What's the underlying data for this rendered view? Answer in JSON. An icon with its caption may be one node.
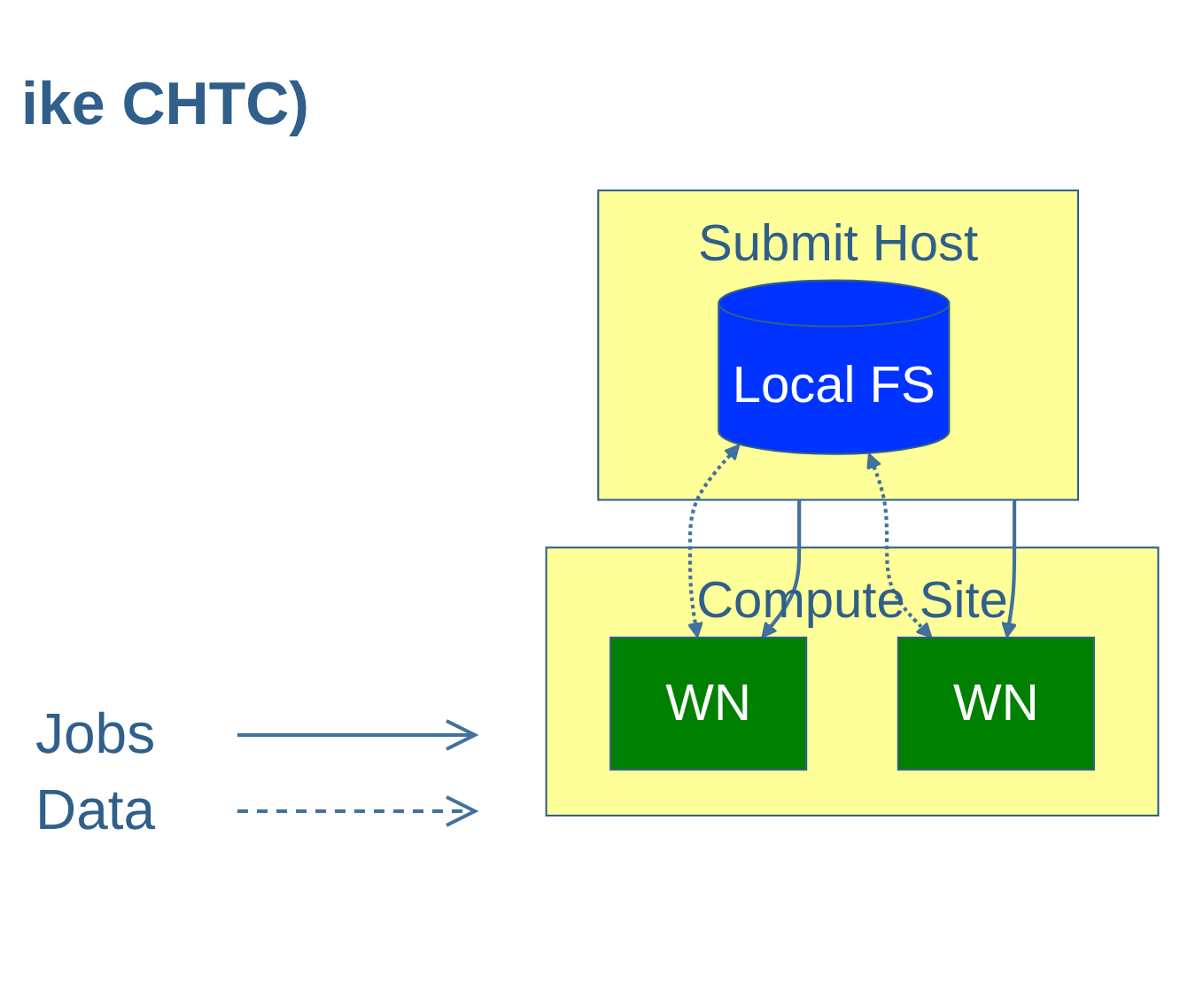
{
  "diagram": {
    "title": "ike CHTC)",
    "nodes": [
      {
        "text": [
          "Submit Host"
        ]
      },
      {
        "text": [
          "Local FS"
        ],
        "in": 0
      },
      {
        "text": [
          "Compute Site"
        ]
      },
      {
        "text": [
          "WN"
        ],
        "in": 2
      },
      {
        "text": [
          "WN"
        ],
        "in": 2
      }
    ],
    "edges": [
      {
        "from": 0,
        "to": 3,
        "arrow": "to"
      },
      {
        "from": 1,
        "to": 3,
        "arrow": "both",
        "style": "dashed"
      },
      {
        "from": 1,
        "to": 4,
        "arrow": "both",
        "style": "dashed"
      },
      {
        "from": 0,
        "to": 4,
        "arrow": "to"
      }
    ],
    "legend": [
      {
        "text": "Jobs"
      },
      {
        "text": "Data"
      }
    ]
  }
}
